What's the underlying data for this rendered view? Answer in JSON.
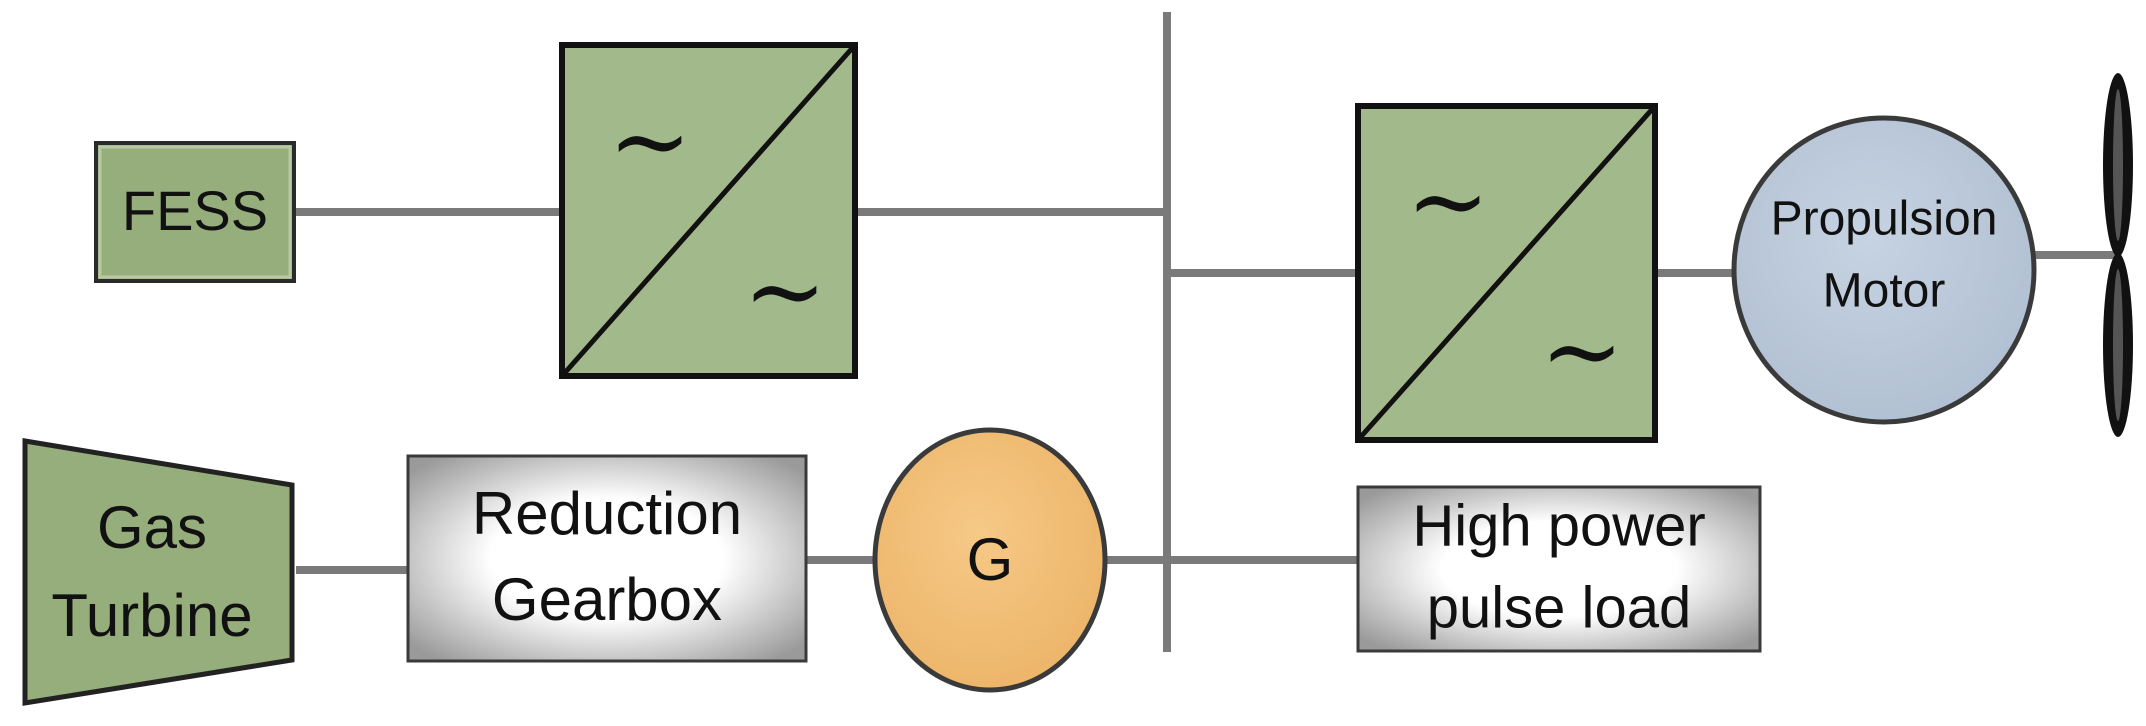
{
  "labels": {
    "fess": "FESS",
    "gas_turbine_line1": "Gas",
    "gas_turbine_line2": "Turbine",
    "gearbox_line1": "Reduction",
    "gearbox_line2": "Gearbox",
    "generator": "G",
    "propulsion_line1": "Propulsion",
    "propulsion_line2": "Motor",
    "pulse_line1": "High power",
    "pulse_line2": "pulse load",
    "ac_symbol": "~"
  },
  "colors": {
    "green_fill": "#a2b98b",
    "green_dark_fill": "#95ae7b",
    "motor_fill": "#bccbdc",
    "generator_fill": "#f3c07a",
    "line": "#7a7a7a",
    "box_shade": "#c9c9c9"
  }
}
